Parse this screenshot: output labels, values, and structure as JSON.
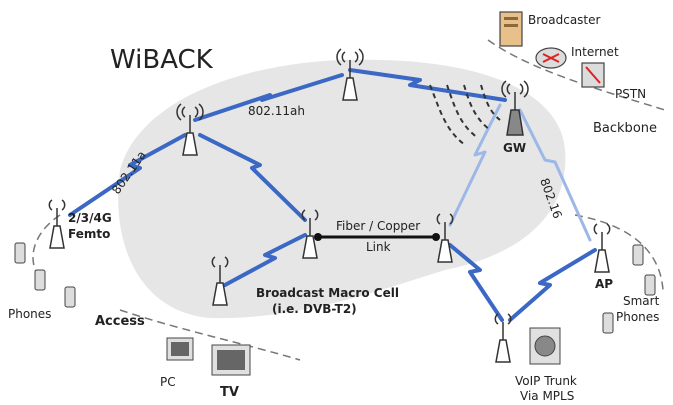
{
  "diagram": {
    "title": "WiBACK",
    "labels": {
      "link_80211ah": "802.11ah",
      "link_80211a": "802.11a",
      "link_80216": "802.16",
      "gw": "GW",
      "femto_line1": "2/3/4G",
      "femto_line2": "Femto",
      "fiber_line1": "Fiber / Copper",
      "fiber_line2": "Link",
      "macro_line1": "Broadcast Macro Cell",
      "macro_line2": "(i.e. DVB-T2)",
      "ap": "AP",
      "phones": "Phones",
      "access": "Access",
      "pc": "PC",
      "tv": "TV",
      "voip_line1": "VoIP Trunk",
      "voip_line2": "Via MPLS",
      "smart_line1": "Smart",
      "smart_line2": "Phones",
      "broadcaster": "Broadcaster",
      "internet": "Internet",
      "pstn": "PSTN",
      "backbone": "Backbone"
    },
    "colors": {
      "cloud": "#e6e6e6",
      "link_blue": "#3a68c4",
      "link_light": "#9db7e6",
      "tower": "#ffffff",
      "tower_stroke": "#333333"
    }
  }
}
